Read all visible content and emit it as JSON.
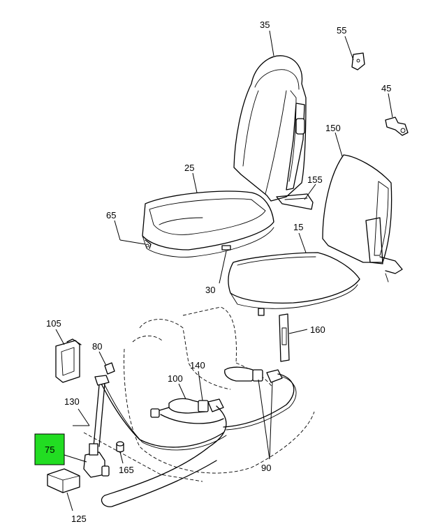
{
  "callouts": {
    "c35": "35",
    "c55": "55",
    "c45": "45",
    "c150": "150",
    "c25": "25",
    "c155": "155",
    "c65": "65",
    "c15": "15",
    "c30": "30",
    "c105": "105",
    "c160": "160",
    "c80": "80",
    "c140": "140",
    "c100": "100",
    "c130": "130",
    "c75": "75",
    "c165": "165",
    "c90": "90",
    "c125": "125"
  },
  "highlight_color": "#22dd22",
  "highlighted_callout": "75"
}
